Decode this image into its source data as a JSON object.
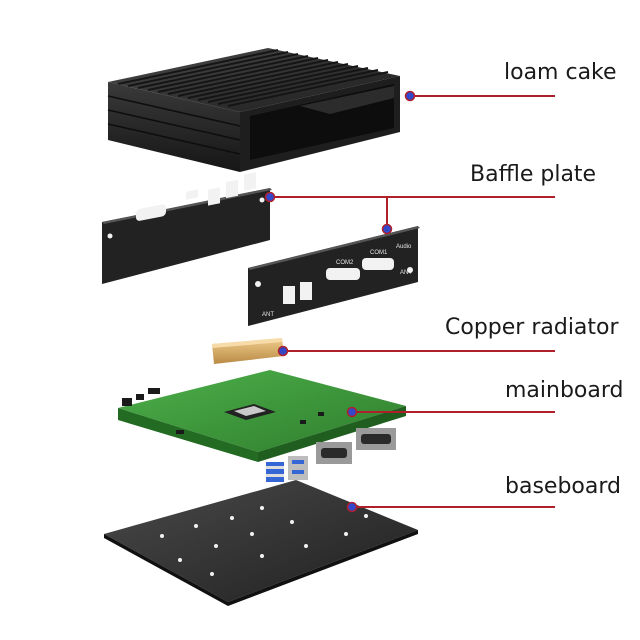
{
  "callouts": [
    {
      "label": "loam cake"
    },
    {
      "label": "Baffle plate"
    },
    {
      "label": "Copper radiator"
    },
    {
      "label": "mainboard"
    },
    {
      "label": "baseboard"
    }
  ],
  "panel_text": {
    "com2": "COM2",
    "com1": "COM1",
    "audio": "Audio",
    "ant_left": "ANT",
    "ant_right": "ANT"
  },
  "colors": {
    "callout_line": "#b0202a",
    "callout_dot": "#3347c9",
    "housing": "#2a2a2a",
    "pcb": "#3f9a3c",
    "copper": "#d5a760",
    "baseboard": "#2e2e2e"
  }
}
